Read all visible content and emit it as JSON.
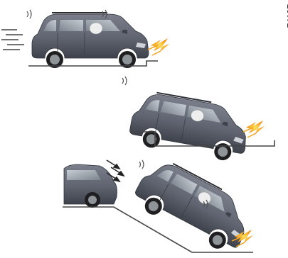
{
  "figure": {
    "reference_number": "74197",
    "colors": {
      "car_body": "#5f6470",
      "car_shadow": "#3e424b",
      "window": "#9aa3ad",
      "tire": "#1f1f22",
      "rim": "#8f9498",
      "ground": "#444444",
      "impact_orange": "#f4a21c",
      "impact_yellow": "#ffd43a",
      "airbag": "#e8e8e8",
      "signal": "#555555"
    },
    "scenes": [
      {
        "name": "frontal-impact-at-speed",
        "icons": [
          "speed-lines-icon",
          "impact-flash-icon",
          "sensor-wave-icon"
        ]
      },
      {
        "name": "drop-off-step-impact",
        "icons": [
          "impact-flash-icon",
          "sensor-wave-icon"
        ]
      },
      {
        "name": "descent-slope-impact",
        "icons": [
          "impact-flash-icon",
          "sensor-wave-icon",
          "falling-arrows-icon"
        ]
      }
    ]
  }
}
